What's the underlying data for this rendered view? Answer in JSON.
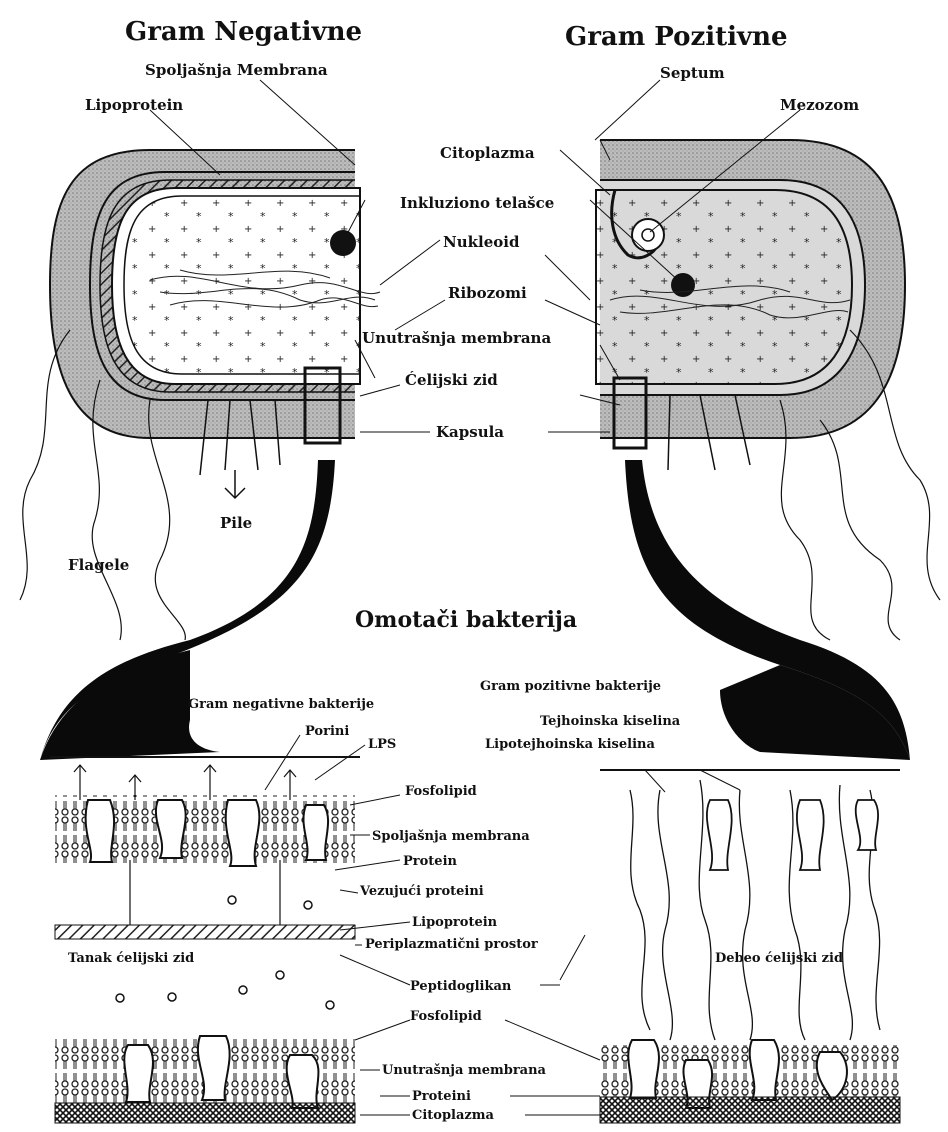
{
  "titles": {
    "gram_negative": "Gram Negativne",
    "gram_positive": "Gram Pozitivne",
    "envelopes": "Omotači bakterija"
  },
  "top_labels": {
    "outer_membrane": "Spoljašnja Membrana",
    "lipoprotein": "Lipoprotein",
    "septum": "Septum",
    "mesosome": "Mezozom",
    "cytoplasm": "Citoplazma",
    "inclusion_body": "Inkluziono telašce",
    "nucleoid": "Nukleoid",
    "ribosomes": "Ribozomi",
    "inner_membrane": "Unutrašnja membrana",
    "cell_wall": "Ćelijski zid",
    "capsule": "Kapsula",
    "pili": "Pile",
    "flagella": "Flagele"
  },
  "bottom_labels": {
    "gram_negative_bacteria": "Gram negativne bakterije",
    "gram_positive_bacteria": "Gram pozitivne bakterije",
    "porins": "Porini",
    "lps": "LPS",
    "teichoic_acids": "Tejhoinska kiselina",
    "lipoteichoic_acids": "Lipotejhoinska kiselina",
    "phospholipid_top": "Fosfolipid",
    "outer_membrane": "Spoljašnja membrana",
    "protein_top": "Protein",
    "binding_proteins": "Vezujući proteini",
    "lipoprotein": "Lipoprotein",
    "periplasmic_space": "Periplazmatični prostor",
    "thin_cell_wall": "Tanak ćelijski zid",
    "peptidoglycan": "Peptidoglikan",
    "thick_cell_wall": "Debeo ćelijski zid",
    "phospholipid_bottom": "Fosfolipid",
    "inner_membrane": "Unutrašnja membrana",
    "proteins": "Proteini",
    "cytoplasm": "Citoplazma"
  }
}
